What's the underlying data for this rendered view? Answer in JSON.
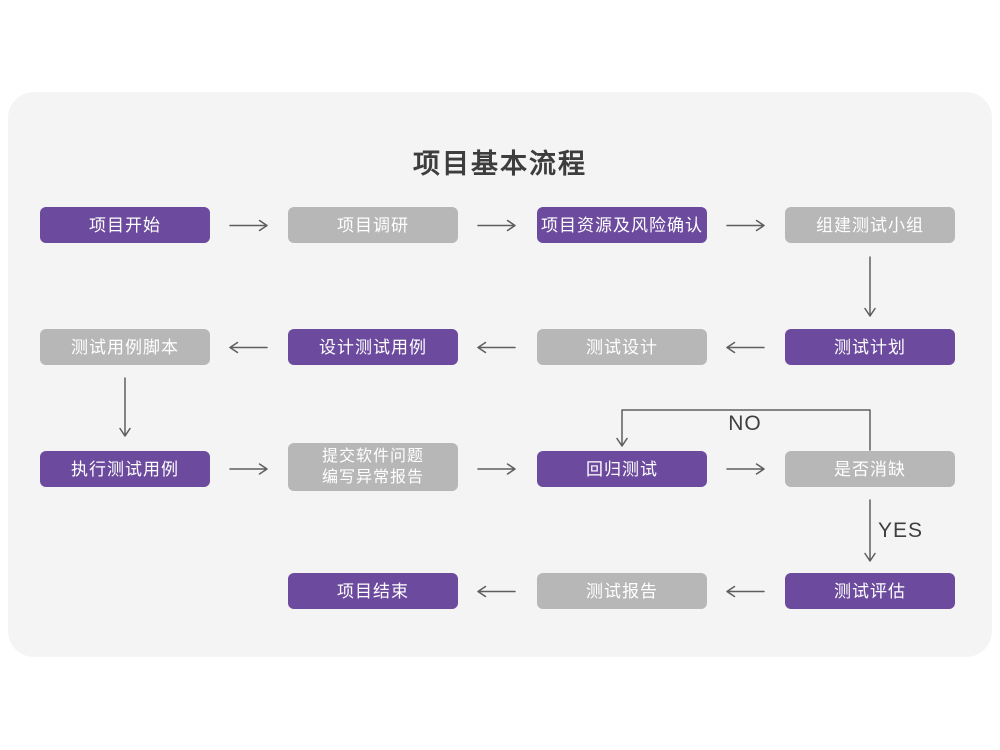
{
  "title": "项目基本流程",
  "colors": {
    "page_background": "#ffffff",
    "card_background": "#f5f4f5",
    "node_purple": "#6c4b9e",
    "node_gray": "#b7b7b7",
    "node_text": "#ffffff",
    "title_text": "#3d3d3d",
    "arrow": "#5e5e5e"
  },
  "nodes": [
    {
      "id": "project-start",
      "label": "项目开始",
      "variant": "purple"
    },
    {
      "id": "project-research",
      "label": "项目调研",
      "variant": "gray"
    },
    {
      "id": "resources-risk",
      "label": "项目资源及风险确认",
      "variant": "purple"
    },
    {
      "id": "build-test-team",
      "label": "组建测试小组",
      "variant": "gray"
    },
    {
      "id": "test-plan",
      "label": "测试计划",
      "variant": "purple"
    },
    {
      "id": "test-design",
      "label": "测试设计",
      "variant": "gray"
    },
    {
      "id": "design-cases",
      "label": "设计测试用例",
      "variant": "purple"
    },
    {
      "id": "case-scripts",
      "label": "测试用例脚本",
      "variant": "gray"
    },
    {
      "id": "execute-cases",
      "label": "执行测试用例",
      "variant": "purple"
    },
    {
      "id": "submit-issues",
      "label": "提交软件问题\n编写异常报告",
      "variant": "gray"
    },
    {
      "id": "regression-test",
      "label": "回归测试",
      "variant": "purple"
    },
    {
      "id": "defect-cleared",
      "label": "是否消缺",
      "variant": "gray"
    },
    {
      "id": "test-evaluation",
      "label": "测试评估",
      "variant": "purple"
    },
    {
      "id": "test-report",
      "label": "测试报告",
      "variant": "gray"
    },
    {
      "id": "project-end",
      "label": "项目结束",
      "variant": "purple"
    }
  ],
  "connectors": {
    "no_label": "NO",
    "yes_label": "YES"
  },
  "edges": [
    {
      "from": "项目开始",
      "to": "项目调研"
    },
    {
      "from": "项目调研",
      "to": "项目资源及风险确认"
    },
    {
      "from": "项目资源及风险确认",
      "to": "组建测试小组"
    },
    {
      "from": "组建测试小组",
      "to": "测试计划"
    },
    {
      "from": "测试计划",
      "to": "测试设计"
    },
    {
      "from": "测试设计",
      "to": "设计测试用例"
    },
    {
      "from": "设计测试用例",
      "to": "测试用例脚本"
    },
    {
      "from": "测试用例脚本",
      "to": "执行测试用例"
    },
    {
      "from": "执行测试用例",
      "to": "提交软件问题 编写异常报告"
    },
    {
      "from": "提交软件问题 编写异常报告",
      "to": "回归测试"
    },
    {
      "from": "回归测试",
      "to": "是否消缺"
    },
    {
      "from": "是否消缺",
      "to": "回归测试",
      "label": "NO"
    },
    {
      "from": "是否消缺",
      "to": "测试评估",
      "label": "YES"
    },
    {
      "from": "测试评估",
      "to": "测试报告"
    },
    {
      "from": "测试报告",
      "to": "项目结束"
    }
  ]
}
